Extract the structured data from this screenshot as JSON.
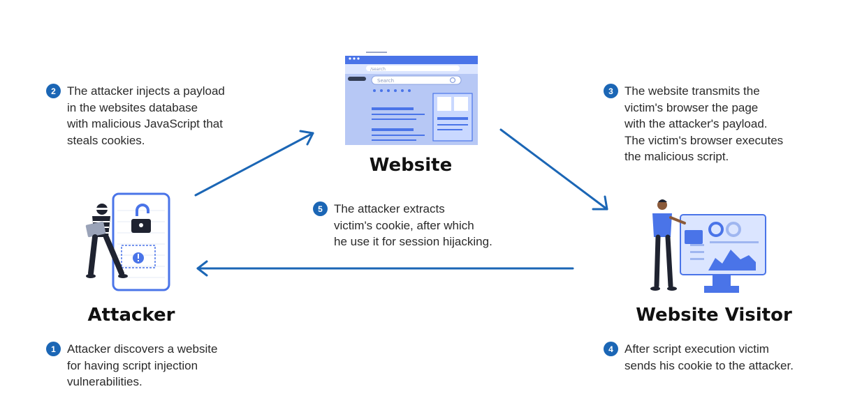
{
  "colors": {
    "accent": "#1b66b5",
    "illustration_blue": "#4a74e8",
    "text": "#2a2a2a"
  },
  "nodes": {
    "website": {
      "title": "Website",
      "search_placeholder": "Search",
      "url_text": "/search"
    },
    "attacker": {
      "title": "Attacker"
    },
    "visitor": {
      "title": "Website Visitor"
    }
  },
  "steps": [
    {
      "num": "1",
      "lines": [
        "Attacker discovers a website",
        "for having script injection",
        "vulnerabilities."
      ]
    },
    {
      "num": "2",
      "lines": [
        "The attacker injects a payload",
        "in the websites database",
        "with malicious JavaScript that",
        "steals cookies."
      ]
    },
    {
      "num": "3",
      "lines": [
        "The website transmits the",
        "victim's browser the page",
        "with the attacker's payload.",
        "The victim's browser executes",
        "the malicious script."
      ]
    },
    {
      "num": "4",
      "lines": [
        "After script execution victim",
        "sends his cookie to the attacker."
      ]
    },
    {
      "num": "5",
      "lines": [
        "The attacker extracts",
        "victim's cookie, after which",
        "he use it for session hijacking."
      ]
    }
  ]
}
